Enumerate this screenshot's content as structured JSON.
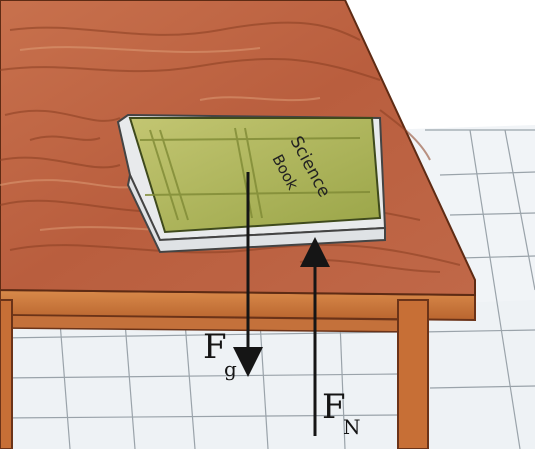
{
  "book": {
    "title_line1": "Science",
    "title_line2": "Book"
  },
  "forces": {
    "gravity": {
      "symbol": "F",
      "subscript": "g"
    },
    "normal": {
      "symbol": "F",
      "subscript": "N"
    }
  },
  "colors": {
    "table_top": "#b9603f",
    "table_edge": "#c9783f",
    "table_leg": "#c46c35",
    "book_cover": "#aeb55a",
    "book_pages": "#eef0f2",
    "floor_tile": "#eef2f5",
    "arrow": "#151515"
  }
}
